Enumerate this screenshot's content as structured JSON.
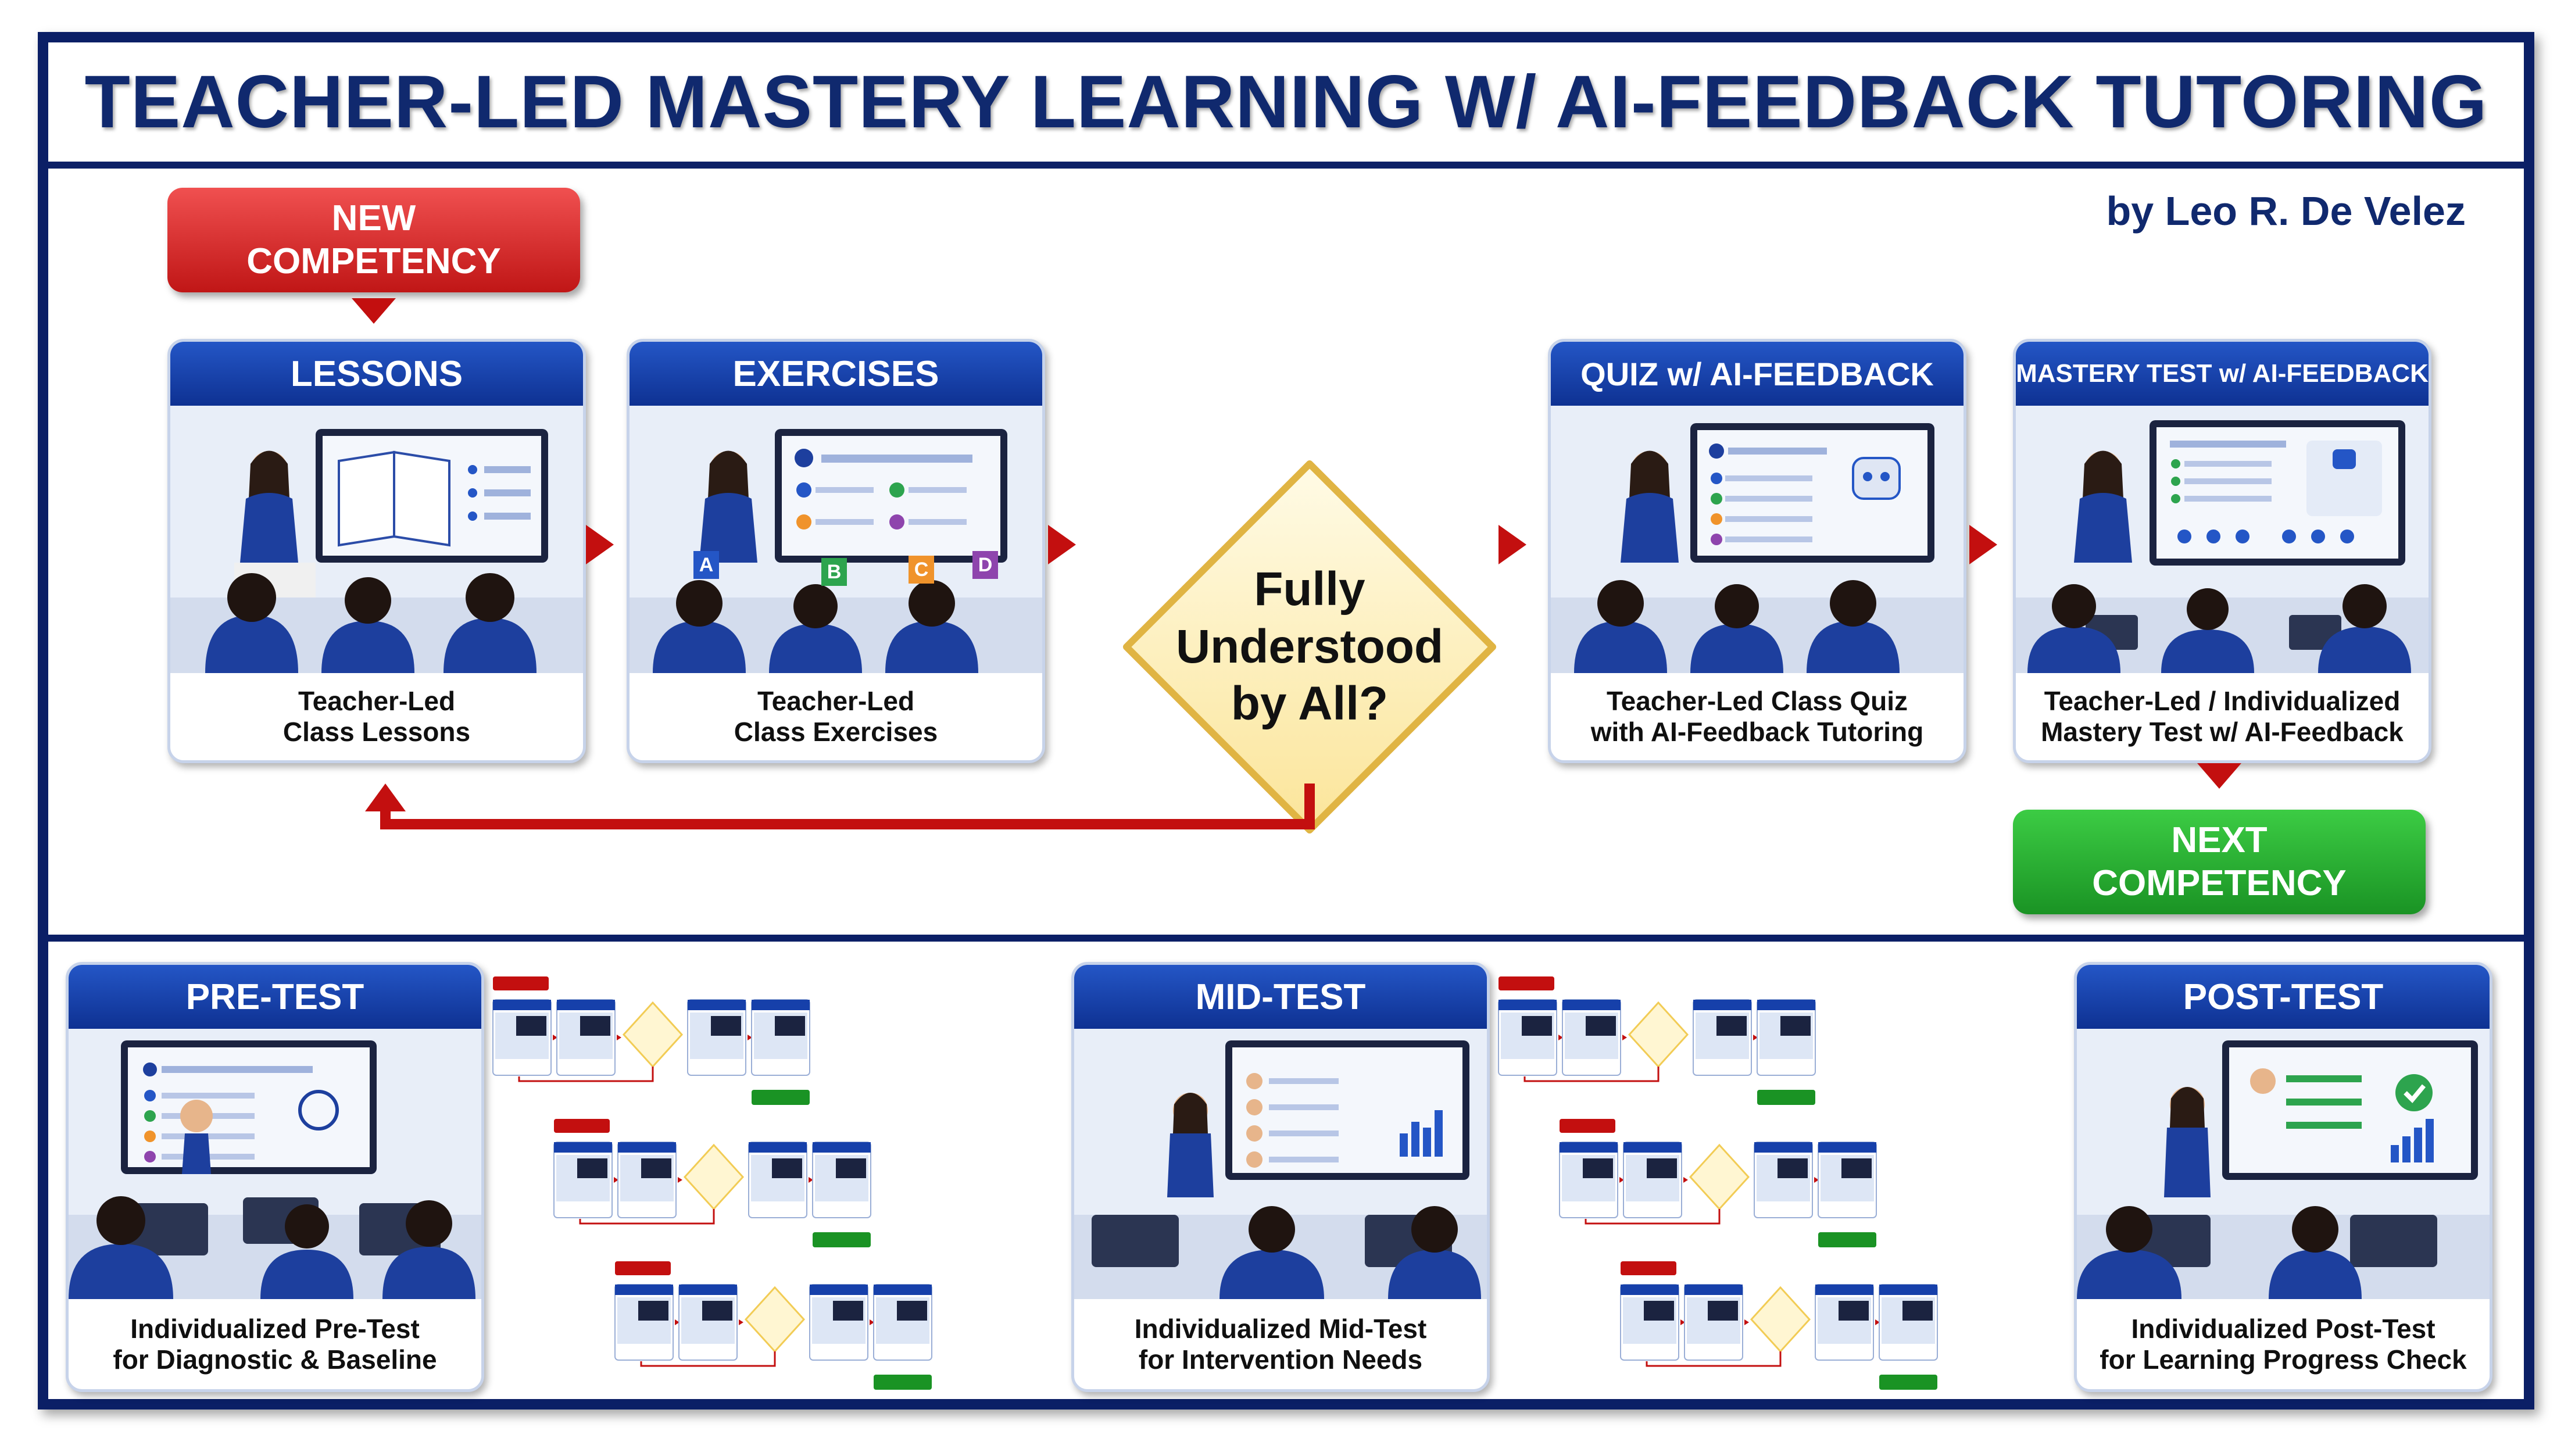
{
  "title": "TEACHER-LED MASTERY LEARNING W/ AI-FEEDBACK TUTORING",
  "byline": "by Leo R. De Velez",
  "start": {
    "line1": "NEW",
    "line2": "COMPETENCY"
  },
  "end": {
    "line1": "NEXT",
    "line2": "COMPETENCY"
  },
  "steps": [
    {
      "header": "LESSONS",
      "caption1": "Teacher-Led",
      "caption2": "Class Lessons"
    },
    {
      "header": "EXERCISES",
      "caption1": "Teacher-Led",
      "caption2": "Class Exercises",
      "choices": [
        "A",
        "B",
        "C",
        "D"
      ]
    },
    {
      "header": "QUIZ w/ AI-FEEDBACK",
      "caption1": "Teacher-Led Class Quiz",
      "caption2": "with AI-Feedback Tutoring"
    },
    {
      "header": "MASTERY TEST w/ AI-FEEDBACK",
      "caption1": "Teacher-Led / Individualized",
      "caption2": "Mastery Test w/ AI-Feedback"
    }
  ],
  "decision": {
    "line1": "Fully",
    "line2": "Understood",
    "line3": "by All?"
  },
  "tests": [
    {
      "header": "PRE-TEST",
      "caption1": "Individualized Pre-Test",
      "caption2": "for Diagnostic & Baseline"
    },
    {
      "header": "MID-TEST",
      "caption1": "Individualized Mid-Test",
      "caption2": "for Intervention Needs"
    },
    {
      "header": "POST-TEST",
      "caption1": "Individualized Post-Test",
      "caption2": "for Learning Progress Check"
    }
  ],
  "colors": {
    "navy": "#0b1f66",
    "blue": "#1640aa",
    "red": "#c30f0f",
    "green": "#1a9324",
    "gold": "#f2cc55"
  }
}
